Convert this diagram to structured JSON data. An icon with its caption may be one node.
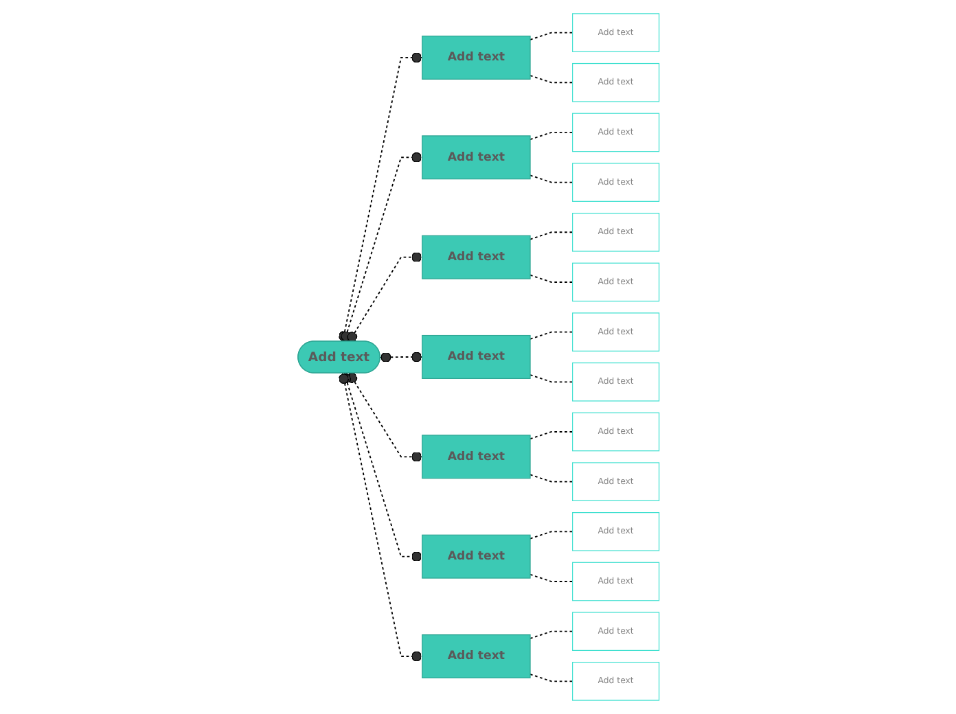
{
  "diagram": {
    "nodes": [
      {
        "text": [
          "Add text"
        ]
      },
      {
        "text": [
          "Add text"
        ]
      },
      {
        "text": [
          "Add text"
        ]
      },
      {
        "text": [
          "Add text"
        ]
      },
      {
        "text": [
          "Add text"
        ]
      },
      {
        "text": [
          "Add text"
        ]
      },
      {
        "text": [
          "Add text"
        ]
      },
      {
        "text": [
          "Add text"
        ]
      },
      {
        "text": [
          "Add text"
        ]
      },
      {
        "text": [
          "Add text"
        ]
      },
      {
        "text": [
          "Add text"
        ]
      },
      {
        "text": [
          "Add text"
        ]
      },
      {
        "text": [
          "Add text"
        ]
      },
      {
        "text": [
          "Add text"
        ]
      },
      {
        "text": [
          "Add text"
        ]
      },
      {
        "text": [
          "Add text"
        ]
      },
      {
        "text": [
          "Add text"
        ]
      },
      {
        "text": [
          "Add text"
        ]
      },
      {
        "text": [
          "Add text"
        ]
      },
      {
        "text": [
          "Add text"
        ]
      },
      {
        "text": [
          "Add text"
        ]
      },
      {
        "text": [
          "Add text"
        ]
      }
    ],
    "edges": [
      {
        "from": 0,
        "to": 1,
        "arrow": "other",
        "style": "dashed"
      },
      {
        "from": 1,
        "to": 2,
        "arrow": "none",
        "style": "dashed"
      },
      {
        "from": 1,
        "to": 3,
        "arrow": "none",
        "style": "dashed"
      },
      {
        "from": 0,
        "to": 4,
        "arrow": "other",
        "style": "dashed"
      },
      {
        "from": 4,
        "to": 5,
        "arrow": "none",
        "style": "dashed"
      },
      {
        "from": 4,
        "to": 6,
        "arrow": "none",
        "style": "dashed"
      },
      {
        "from": 0,
        "to": 7,
        "arrow": "other",
        "style": "dashed"
      },
      {
        "from": 7,
        "to": 8,
        "arrow": "none",
        "style": "dashed"
      },
      {
        "from": 7,
        "to": 9,
        "arrow": "none",
        "style": "dashed"
      },
      {
        "from": 0,
        "to": 10,
        "arrow": "other",
        "style": "dashed"
      },
      {
        "from": 10,
        "to": 11,
        "arrow": "none",
        "style": "dashed"
      },
      {
        "from": 10,
        "to": 12,
        "arrow": "none",
        "style": "dashed"
      },
      {
        "from": 0,
        "to": 13,
        "arrow": "other",
        "style": "dashed"
      },
      {
        "from": 13,
        "to": 14,
        "arrow": "none",
        "style": "dashed"
      },
      {
        "from": 13,
        "to": 15,
        "arrow": "none",
        "style": "dashed"
      },
      {
        "from": 0,
        "to": 16,
        "arrow": "other",
        "style": "dashed"
      },
      {
        "from": 16,
        "to": 17,
        "arrow": "none",
        "style": "dashed"
      },
      {
        "from": 16,
        "to": 18,
        "arrow": "none",
        "style": "dashed"
      },
      {
        "from": 0,
        "to": 19,
        "arrow": "other",
        "style": "dashed"
      },
      {
        "from": 19,
        "to": 20,
        "arrow": "none",
        "style": "dashed"
      },
      {
        "from": 19,
        "to": 21,
        "arrow": "none",
        "style": "dashed"
      }
    ]
  }
}
